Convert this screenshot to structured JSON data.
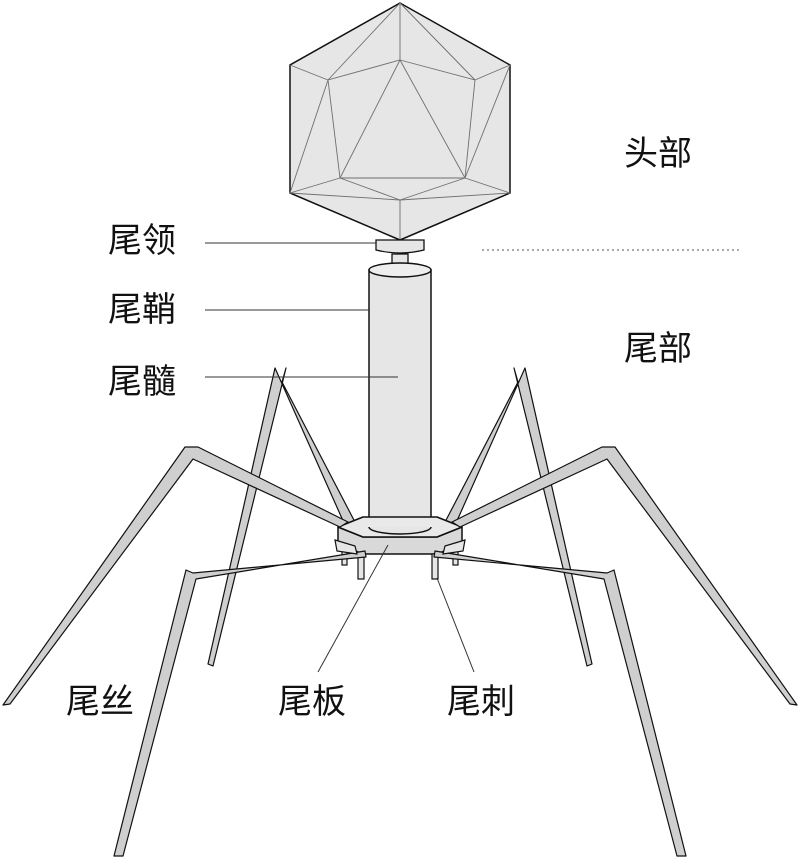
{
  "labels": {
    "head": "头部",
    "tail": "尾部",
    "tail_collar": "尾领",
    "tail_sheath": "尾鞘",
    "tail_core": "尾髓",
    "tail_fiber": "尾丝",
    "baseplate": "尾板",
    "tail_spike": "尾刺"
  },
  "colors": {
    "fill": "#e6e6e6",
    "fiber": "#cfcfcf",
    "stroke": "#111111",
    "facet_line": "#6f6f6f"
  }
}
